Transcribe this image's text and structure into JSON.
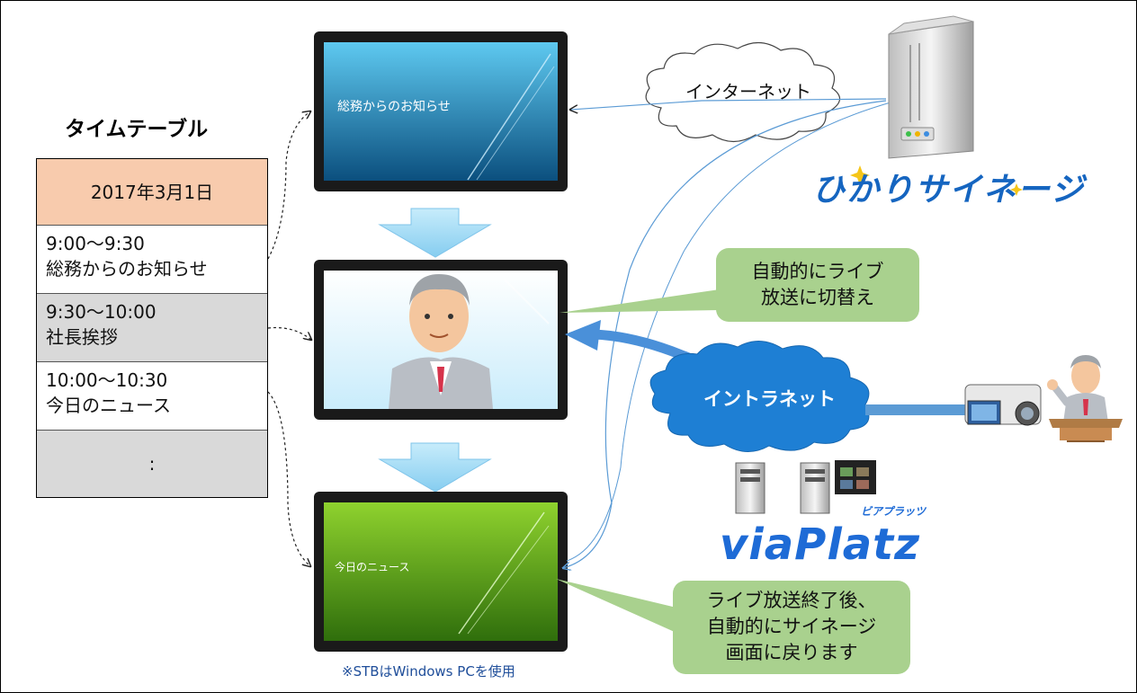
{
  "timetable": {
    "title": "タイムテーブル",
    "date": "2017年3月1日",
    "rows": [
      {
        "time": "9:00～9:30",
        "program": "総務からのお知らせ"
      },
      {
        "time": "9:30～10:00",
        "program": "社長挨拶"
      },
      {
        "time": "10:00～10:30",
        "program": "今日のニュース"
      }
    ],
    "more": ":"
  },
  "screens": {
    "top_label": "総務からのお知らせ",
    "bottom_label": "今日のニュース"
  },
  "internet_label": "インターネット",
  "intranet_label": "イントラネット",
  "logos": {
    "hikari": "ひかりサイネージ",
    "viaplatz": "viaPlatz",
    "viaplatz_kana": "ビアプラッツ"
  },
  "callouts": {
    "live_switch_line1": "自動的にライブ",
    "live_switch_line2": "放送に切替え",
    "return_line1": "ライブ放送終了後、",
    "return_line2": "自動的にサイネージ",
    "return_line3": "画面に戻ります"
  },
  "footnote": "※STBはWindows PCを使用",
  "colors": {
    "cloud_blue": "#1e7fd4",
    "arrow_light_blue": "#a6dcf7",
    "callout_green": "#a9d18e",
    "date_cell": "#f8cbad",
    "gray_cell": "#d9d9d9"
  }
}
